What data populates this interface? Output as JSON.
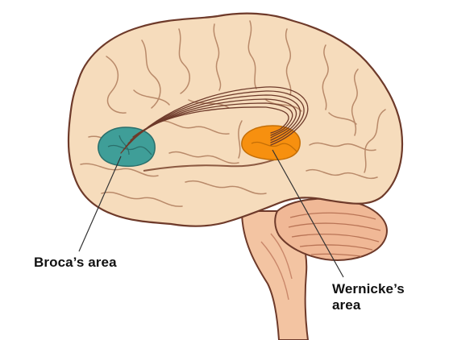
{
  "labels": {
    "broca": "Broca’s area",
    "wernicke_line1": "Wernicke’s",
    "wernicke_line2": "area"
  },
  "colors": {
    "brain_fill": "#f6dcbc",
    "brain_outline": "#6e3a2a",
    "brainstem_fill": "#f3c4a2",
    "cerebellum_fill": "#f0b896",
    "broca_fill": "#3f9e98",
    "wernicke_fill": "#f7900f",
    "fiber_stroke": "#6e3a2a",
    "text": "#111111"
  }
}
